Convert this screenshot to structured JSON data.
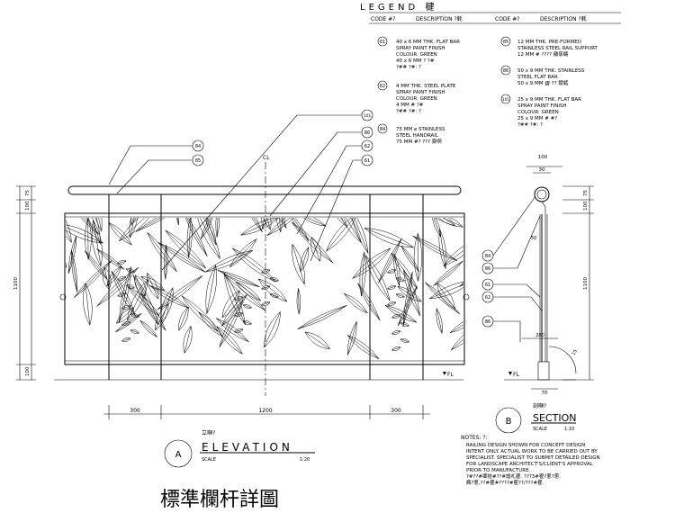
{
  "legend": {
    "title": "LEGEND 楗",
    "col_code": "CODE #?",
    "col_desc": "DESCRIPTION ?軞",
    "items_left": [
      {
        "code": "61",
        "lines": [
          "40 x 6 MM THK. FLAT BAR",
          "SPRAY PAINT FINISH",
          "COLOUR: GREEN",
          "40 x 6 MM ? ?#",
          "?## ?#: ?"
        ]
      },
      {
        "code": "62",
        "lines": [
          "4 MM THK. STEEL PLATE",
          "SPRAY PAINT FINISH",
          "COLOUR: GREEN",
          "4 MM # ?#",
          "?## ?#: ?"
        ]
      },
      {
        "code": "84",
        "lines": [
          "75 MM ⌀ STAINLESS",
          "STEEL HANDRAIL",
          "75 MM #? ??? 簽啊"
        ]
      }
    ],
    "items_right": [
      {
        "code": "85",
        "lines": [
          "12 MM THK. PRE-FORMED",
          "STAINLESS STEEL RAIL SUPPORT",
          "12 MM # ???? 礉搽蝻"
        ]
      },
      {
        "code": "86",
        "lines": [
          "50 x 9 MM THK. STAINLESS",
          "STEEL FLAT BAR",
          "50 x 9 MM ∰ ?? 鑀蜢"
        ]
      },
      {
        "code": "101",
        "lines": [
          "25 x 9 MM THK. FLAT BAR",
          "SPRAY PAINT FINISH",
          "COLOUR: GREEN",
          "25 x 9 MM # #?",
          "?## ?#: ?"
        ]
      }
    ]
  },
  "elevation": {
    "title": "ELEVATION",
    "title_cn": "立噸?",
    "marker": "A",
    "scale_label": "SCALE",
    "scale": "1:20",
    "centerline": "CL",
    "fl": "FL",
    "callouts": [
      "84",
      "85",
      "101",
      "86",
      "62",
      "61"
    ],
    "dims_bottom": [
      "300",
      "1200",
      "300"
    ],
    "dims_left": [
      "75",
      "100",
      "1100",
      "100"
    ]
  },
  "section": {
    "title": "SECTION",
    "title_cn": "剖噸?",
    "marker": "B",
    "scale_label": "SCALE",
    "scale": "1:10",
    "fl": "FL",
    "callouts": [
      "84",
      "86",
      "61",
      "62",
      "86"
    ],
    "dims": [
      "100",
      "30",
      "75",
      "100",
      "1100",
      "50",
      "200",
      "70",
      "15"
    ]
  },
  "notes": {
    "title": "NOTES: ?:",
    "lines": [
      "RAILING DESIGN SHOWN FOR CONCEPT DESIGN",
      "INTENT ONLY. ACTUAL WORK TO BE CARRIED OUT BY",
      "SPECIALIST. SPECIALIST TO SUBMIT DETAILED DESIGN",
      "FOR LANDSCAPE ARCHITECT'S/CLIENT'S APPROVAL",
      "PRIOR TO MANUFACTURE.",
      "?#??#鄉娃#??#謐礼瞿. ???3#瞿?蔥?蔥.",
      "瘋?蔥,??#瞿#????#瞿??/???#瞿."
    ]
  },
  "drawing_title": "標準欄杆詳圖"
}
